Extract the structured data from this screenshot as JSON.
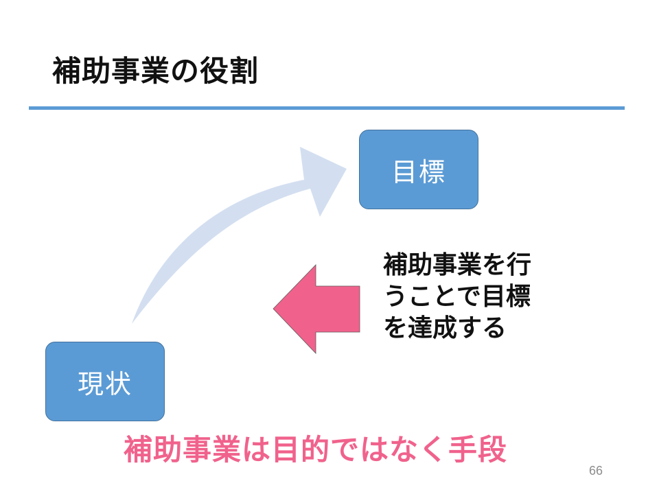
{
  "slide": {
    "title": "補助事業の役割",
    "page_number": "66"
  },
  "diagram": {
    "goal_box": "目標",
    "current_box": "現状",
    "note_lines": [
      "補助事業を行",
      "うことで目標",
      "を達成する"
    ],
    "bottom_message": "補助事業は目的ではなく手段"
  },
  "colors": {
    "title_rule": "#5b9bd5",
    "box_fill": "#5b9bd5",
    "curved_arrow": "#d3dff0",
    "pink_arrow": "#f0628c",
    "bottom_message": "#f0628c"
  }
}
